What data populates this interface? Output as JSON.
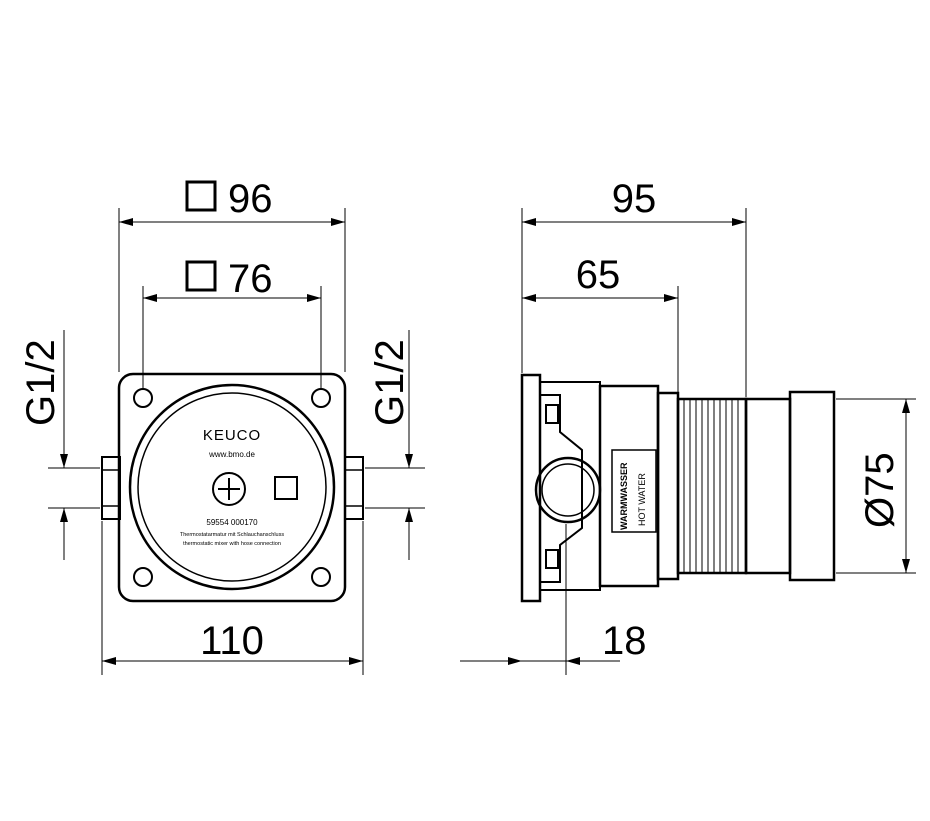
{
  "dimensions": {
    "square_outer": "96",
    "square_inner": "76",
    "width_total": "110",
    "thread_left": "G1/2",
    "thread_right": "G1/2",
    "depth_total": "95",
    "depth_partial": "65",
    "offset": "18",
    "diameter": "Ø75"
  },
  "front_label": {
    "brand": "KEUCO",
    "website": "www.bmo.de",
    "part_number": "59554 000170",
    "desc_de": "Thermostatarmatur mit Schlauchanschluss",
    "desc_en": "thermostatic mixer with hose connection"
  },
  "side_label": {
    "line1": "WARMWASSER",
    "line2": "HOT WATER"
  }
}
